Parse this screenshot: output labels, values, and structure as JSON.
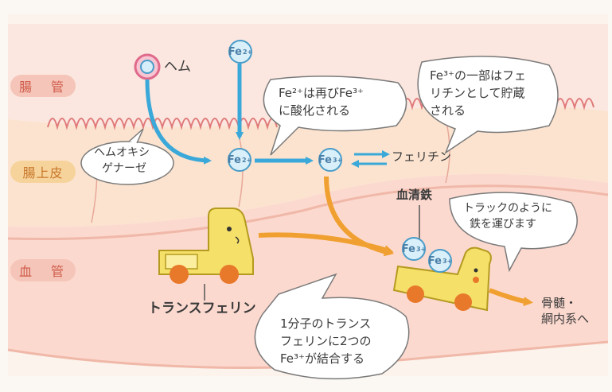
{
  "layers": {
    "intestine": "腸　管",
    "epithelium": "腸上皮",
    "blood_vessel": "血　管"
  },
  "labels": {
    "heme": "ヘム",
    "heme_oxygenase_1": "ヘムオキシ",
    "heme_oxygenase_2": "ゲナーゼ",
    "ferritin": "フェリチン",
    "serum_iron": "血清鉄",
    "transferrin": "トランスフェリン",
    "marrow_1": "骨髄・",
    "marrow_2": "網内系へ"
  },
  "ions": {
    "fe2_base": "Fe",
    "fe2_charge": "2+",
    "fe3_base": "Fe",
    "fe3_charge": "3+"
  },
  "bubbles": {
    "oxidation_1": "Fe²⁺は再びFe³⁺",
    "oxidation_2": "に酸化される",
    "ferritin_store_1": "Fe³⁺の一部はフェ",
    "ferritin_store_2": "リチンとして貯蔵",
    "ferritin_store_3": "される",
    "truck_1": "トラックのように",
    "truck_2": "鉄を運びます",
    "binding_1": "1分子のトランス",
    "binding_2": "フェリンに2つの",
    "binding_3": "Fe³⁺が結合する"
  },
  "colors": {
    "intestine_tag": "#f4c5b8",
    "epithelium_tag": "#f7d39c",
    "vessel_tag": "#f4c5b8",
    "blue_arrow": "#3aa8d8",
    "orange_arrow": "#f0a030",
    "truck": "#f5e06a",
    "wheel": "#e8782a"
  }
}
